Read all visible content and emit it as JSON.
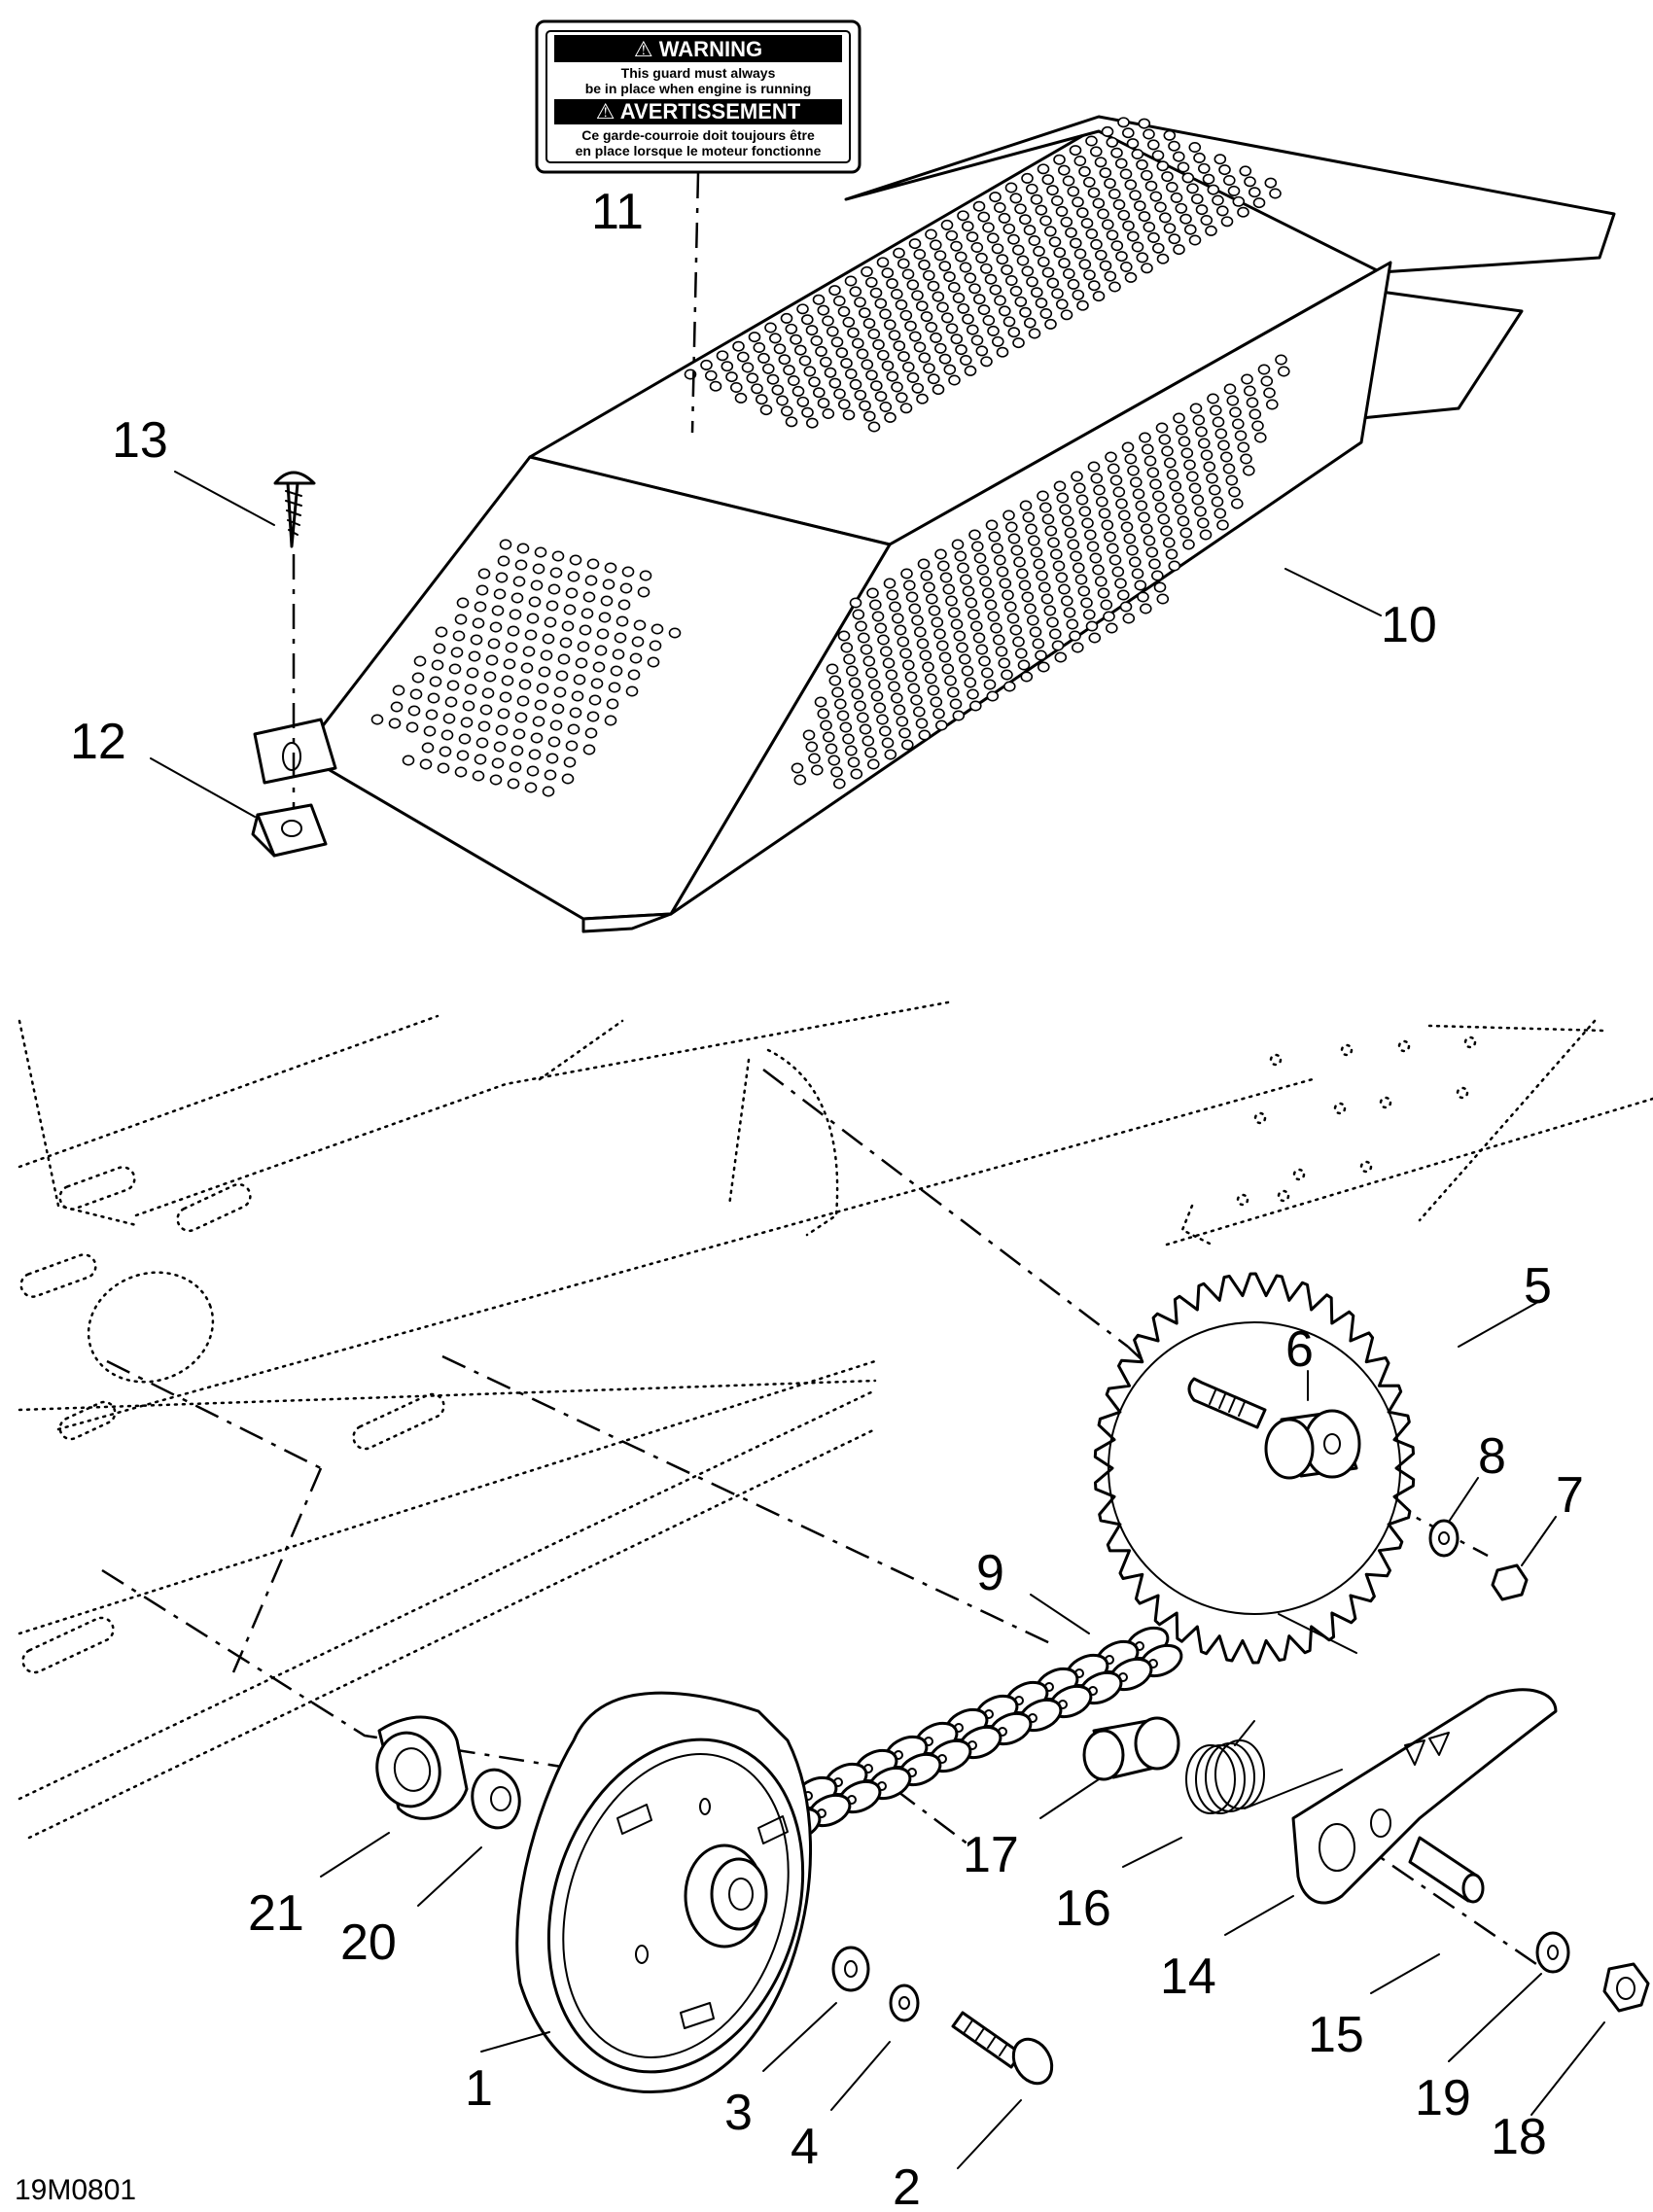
{
  "figure_id": "19M0801",
  "warning_decal": {
    "title_en": "⚠ WARNING",
    "text_en": [
      "This guard must always",
      "be in place when engine is running"
    ],
    "title_fr": "⚠ AVERTISSEMENT",
    "text_fr": [
      "Ce garde-courroie doit toujours être",
      "en place lorsque le moteur fonctionne"
    ]
  },
  "callouts": [
    {
      "number": "1"
    },
    {
      "number": "2"
    },
    {
      "number": "3"
    },
    {
      "number": "4"
    },
    {
      "number": "5"
    },
    {
      "number": "6"
    },
    {
      "number": "7"
    },
    {
      "number": "8"
    },
    {
      "number": "9"
    },
    {
      "number": "10"
    },
    {
      "number": "11"
    },
    {
      "number": "12"
    },
    {
      "number": "13"
    },
    {
      "number": "14"
    },
    {
      "number": "15"
    },
    {
      "number": "16"
    },
    {
      "number": "17"
    },
    {
      "number": "18"
    },
    {
      "number": "19"
    },
    {
      "number": "20"
    },
    {
      "number": "21"
    }
  ]
}
